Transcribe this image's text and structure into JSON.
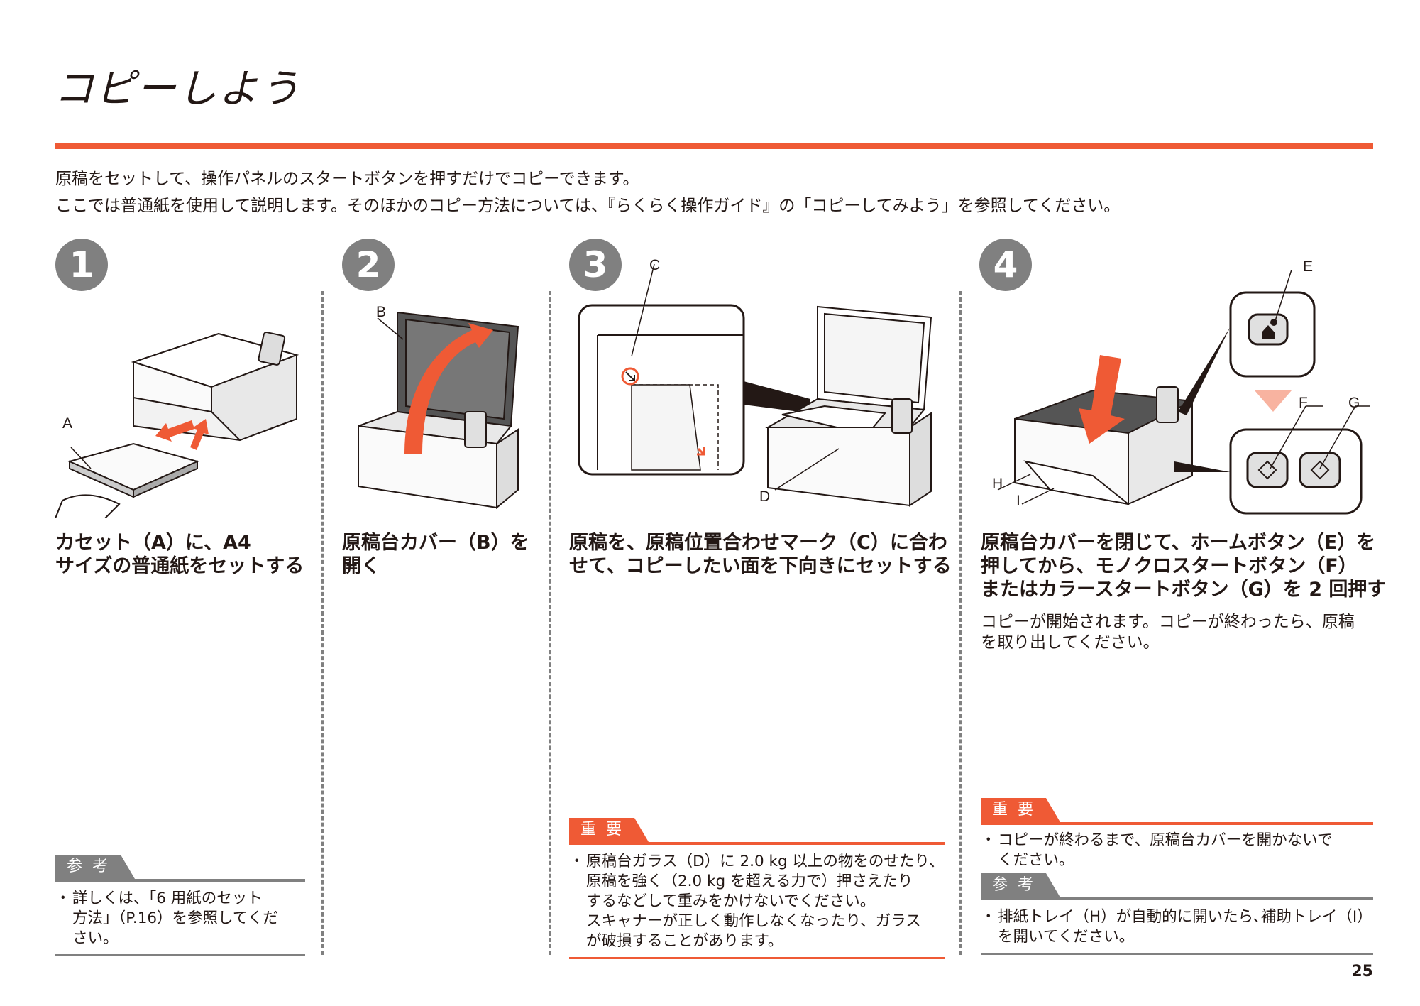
{
  "page": {
    "title": "コピーしよう",
    "intro_line1": "原稿をセットして、操作パネルのスタートボタンを押すだけでコピーできます。",
    "intro_line2": "ここでは普通紙を使用して説明します。そのほかのコピー方法については、『らくらく操作ガイド』の「コピーしてみよう」を参照してください。",
    "page_number": "25"
  },
  "colors": {
    "accent": "#ef5a35",
    "gray": "#808080",
    "text": "#231815"
  },
  "steps": [
    {
      "number": "1",
      "heading": [
        "カセット（A）に、A4",
        "サイズの普通紙をセットする"
      ],
      "callouts": [
        "A"
      ],
      "note": {
        "label": "参考",
        "items": [
          [
            "・",
            "詳しくは、「6 用紙のセット"
          ],
          [
            "",
            "方法」（P.16）を参照してくだ"
          ],
          [
            "",
            "さい。"
          ]
        ]
      }
    },
    {
      "number": "2",
      "heading": [
        "原稿台カバー（B）を",
        "開く"
      ],
      "callouts": [
        "B"
      ]
    },
    {
      "number": "3",
      "heading": [
        "原稿を、原稿位置合わせマーク（C）に合わ",
        "せて、コピーしたい面を下向きにセットする"
      ],
      "callouts": [
        "C",
        "D"
      ],
      "note": {
        "label": "重要",
        "items": [
          [
            "・",
            "原稿台ガラス（D）に 2.0 kg 以上の物をのせたり、"
          ],
          [
            "",
            "原稿を強く（2.0 kg を超える力で）押さえたり"
          ],
          [
            "",
            "するなどして重みをかけないでください。"
          ],
          [
            "",
            "スキャナーが正しく動作しなくなったり、ガラス"
          ],
          [
            "",
            "が破損することがあります。"
          ]
        ]
      }
    },
    {
      "number": "4",
      "heading": [
        "原稿台カバーを閉じて、ホームボタン（E）を",
        "押してから、モノクロスタートボタン（F）",
        "またはカラースタートボタン（G）を 2 回押す"
      ],
      "body": [
        "コピーが開始されます。コピーが終わったら、原稿",
        "を取り出してください。"
      ],
      "callouts": [
        "E",
        "F",
        "G",
        "H",
        "I"
      ],
      "note_important": {
        "label": "重要",
        "items": [
          [
            "・",
            "コピーが終わるまで、原稿台カバーを開かないで"
          ],
          [
            "",
            "ください。"
          ]
        ]
      },
      "note_reference": {
        "label": "参考",
        "items": [
          [
            "・",
            "排紙トレイ（H）が自動的に開いたら､補助トレイ（I）"
          ],
          [
            "",
            "を開いてください。"
          ]
        ]
      }
    }
  ]
}
